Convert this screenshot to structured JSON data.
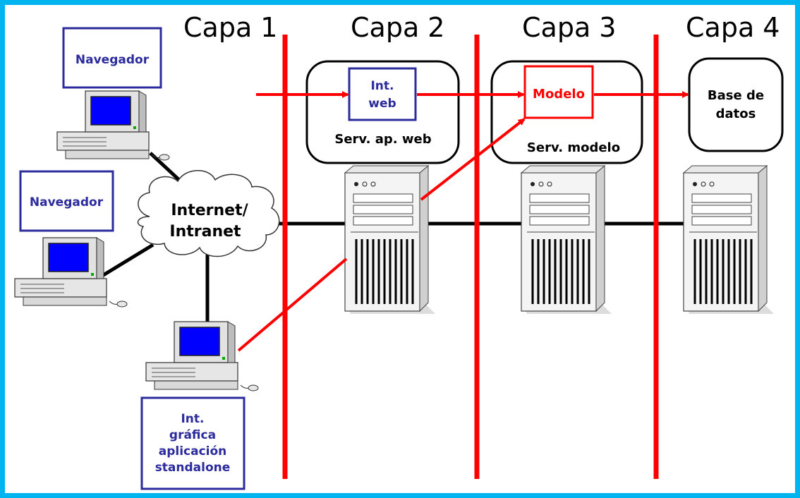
{
  "layers": [
    "Capa 1",
    "Capa 2",
    "Capa 3",
    "Capa 4"
  ],
  "clients": {
    "browser_top": "Navegador",
    "browser_mid": "Navegador",
    "standalone": [
      "Int.",
      "gráfica",
      "aplicación",
      "standalone"
    ]
  },
  "cloud": [
    "Internet/",
    "Intranet"
  ],
  "servers": {
    "web_server": {
      "inner": [
        "Int.",
        "web"
      ],
      "caption": "Serv. ap. web"
    },
    "model_server": {
      "inner": "Modelo",
      "caption": "Serv. modelo"
    },
    "database": [
      "Base de",
      "datos"
    ]
  },
  "colors": {
    "frame": "#00b4f0",
    "layer_divider": "#ff0000",
    "client_box": "#2b2b9e",
    "network_line": "#000000",
    "request_arrow": "#ff0000",
    "monitor_screen": "#0000ff"
  }
}
